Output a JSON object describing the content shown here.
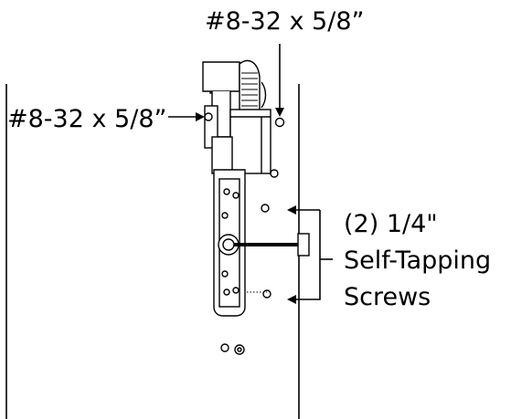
{
  "labels": {
    "top_screw": "#8-32 x 5/8”",
    "left_screw": "#8-32 x 5/8”",
    "self_tap_line1": "(2) 1/4\"",
    "self_tap_line2": "Self-Tapping",
    "self_tap_line3": "Screws"
  }
}
